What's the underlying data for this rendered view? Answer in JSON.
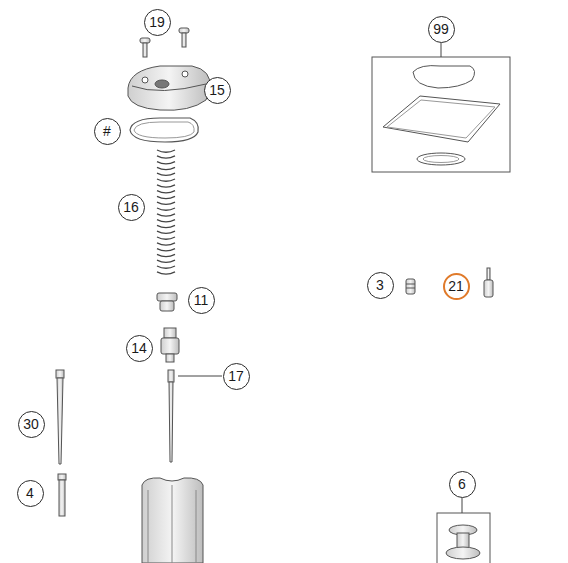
{
  "diagram": {
    "nodes": [
      {
        "text": [
          "19"
        ]
      },
      {
        "text": [
          "99"
        ]
      },
      {
        "text": [
          "15"
        ]
      },
      {
        "text": [
          "#"
        ]
      },
      {
        "text": [
          "16"
        ]
      },
      {
        "text": [
          "3"
        ]
      },
      {
        "text": [
          "21"
        ]
      },
      {
        "text": [
          "11"
        ]
      },
      {
        "text": [
          "14"
        ]
      },
      {
        "text": [
          "17"
        ]
      },
      {
        "text": [
          "30"
        ]
      },
      {
        "text": [
          "6"
        ]
      },
      {
        "text": [
          "4"
        ]
      }
    ]
  }
}
